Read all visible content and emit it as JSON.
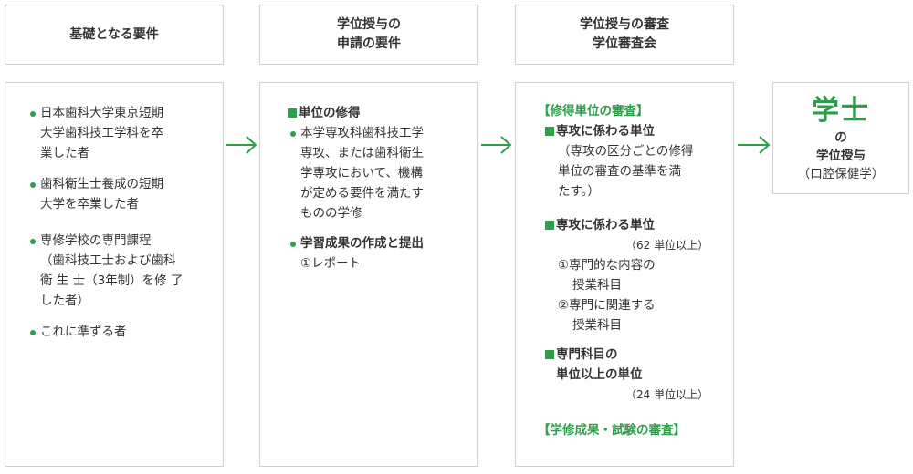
{
  "headers": {
    "col1": [
      "基礎となる要件"
    ],
    "col2": [
      "学位授与の",
      "申請の要件"
    ],
    "col3": [
      "学位授与の審査",
      "学位審査会"
    ]
  },
  "col1": {
    "items": [
      [
        "日本歯科大学東京短期",
        "大学歯科技工学科を卒",
        "業した者"
      ],
      [
        "歯科衛生士養成の短期",
        "大学を卒業した者"
      ],
      [
        "専修学校の専門課程",
        "（歯科技工士および歯科",
        "衛 生 士（3年制）を修 了",
        "した者）"
      ],
      [
        "これに準ずる者"
      ]
    ]
  },
  "col2": {
    "section_title": "単位の修得",
    "item1": [
      "本学専攻科歯科技工学",
      "専攻、または歯科衛生",
      "学専攻において、機構",
      "が定める要件を満たす",
      "ものの学修"
    ],
    "item2_title": "学習成果の作成と提出",
    "item2_sub": "①レポート"
  },
  "col3": {
    "heading1": "【修得単位の審査】",
    "s1_title": "専攻に係わる単位",
    "s1_text": [
      "（専攻の区分ごとの修得",
      "単位の審査の基準を満",
      "たす。）"
    ],
    "s2_title": "専攻に係わる単位",
    "s2_note": "（62 単位以上）",
    "s2_items": [
      [
        "①専門的な内容の",
        "授業科目"
      ],
      [
        "②専門に関連する",
        "授業科目"
      ]
    ],
    "s3_title": [
      "専門科目の",
      "単位以上の単位"
    ],
    "s3_note": "（24 単位以上）",
    "heading2": "【学修成果・試験の審査】"
  },
  "result": {
    "title": "学士",
    "line1": "の",
    "line2": "学位授与",
    "line3": "（口腔保健学）"
  },
  "colors": {
    "accent": "#2e9e4a",
    "border": "#cfcfcf",
    "text": "#333333",
    "arrow": "#2e9e4a"
  }
}
